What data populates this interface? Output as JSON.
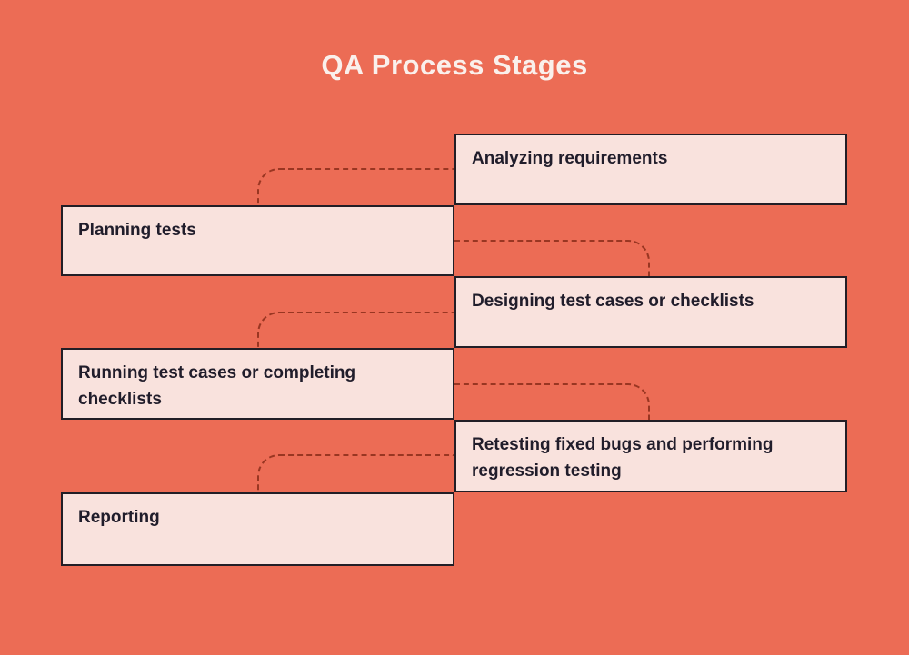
{
  "title": "QA Process Stages",
  "colors": {
    "background": "#EC6C55",
    "box_fill": "#F9E2DD",
    "box_border": "#221E26",
    "box_text": "#211D2B",
    "title_text": "#FAF0EC",
    "connector": "#993622"
  },
  "stages": [
    {
      "label": "Analyzing requirements",
      "side": "right"
    },
    {
      "label": "Planning tests",
      "side": "left"
    },
    {
      "label": "Designing test cases or checklists",
      "side": "right"
    },
    {
      "label": "Running test cases or completing checklists",
      "side": "left"
    },
    {
      "label": "Retesting fixed bugs and performing regression testing",
      "side": "right"
    },
    {
      "label": "Reporting",
      "side": "left"
    }
  ]
}
